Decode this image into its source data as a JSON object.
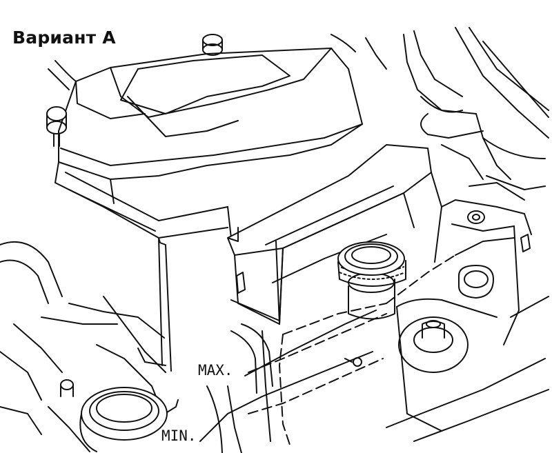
{
  "figure": {
    "title": "Вариант А",
    "labels": {
      "max": "MAX.",
      "min": "MIN."
    }
  }
}
